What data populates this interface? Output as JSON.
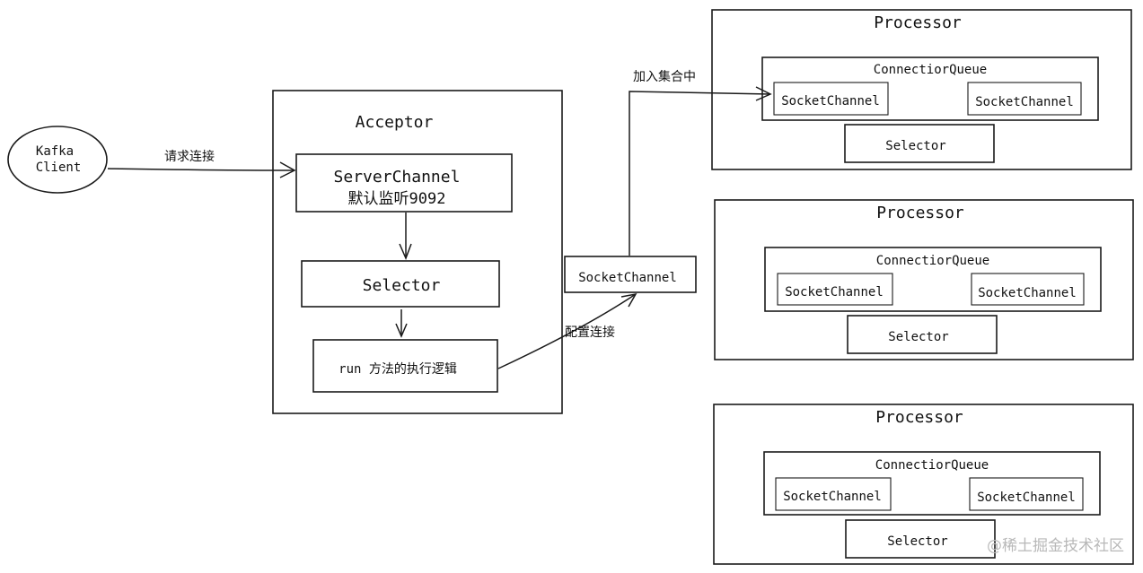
{
  "client": {
    "line1": "Kafka",
    "line2": "Client"
  },
  "edges": {
    "request_connect": "请求连接",
    "configure_connect": "配置连接",
    "add_to_set": "加入集合中"
  },
  "acceptor": {
    "title": "Acceptor",
    "server_channel": "ServerChannel",
    "server_channel_sub": "默认监听9092",
    "selector": "Selector",
    "run_logic": "run 方法的执行逻辑"
  },
  "socket_channel_floating": "SocketChannel",
  "processors": [
    {
      "title": "Processor",
      "queue": "ConnectiorQueue",
      "channel_a": "SocketChannel",
      "channel_b": "SocketChannel",
      "selector": "Selector"
    },
    {
      "title": "Processor",
      "queue": "ConnectiorQueue",
      "channel_a": "SocketChannel",
      "channel_b": "SocketChannel",
      "selector": "Selector"
    },
    {
      "title": "Processor",
      "queue": "ConnectiorQueue",
      "channel_a": "SocketChannel",
      "channel_b": "SocketChannel",
      "selector": "Selector"
    }
  ],
  "watermark": "@稀土掘金技术社区"
}
